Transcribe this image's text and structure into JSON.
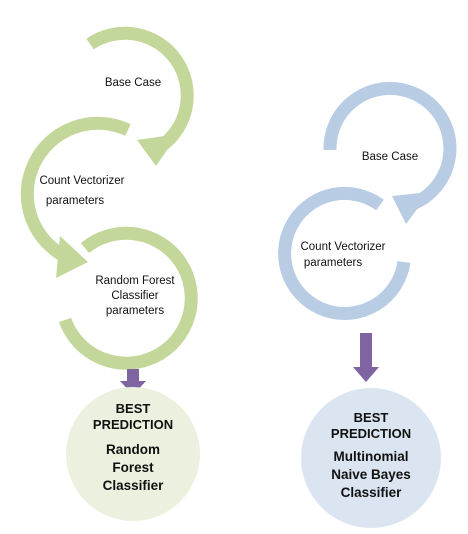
{
  "left": {
    "steps": [
      "Base Case",
      "Count Vectorizer",
      "parameters",
      "Random Forest",
      "Classifier",
      "parameters"
    ],
    "result": {
      "heading_1": "BEST",
      "heading_2": "PREDICTION",
      "line_1": "Random",
      "line_2": "Forest",
      "line_3": "Classifier"
    }
  },
  "right": {
    "steps": [
      "Base Case",
      "Count Vectorizer",
      "parameters"
    ],
    "result": {
      "heading_1": "BEST",
      "heading_2": "PREDICTION",
      "line_1": "Multinomial",
      "line_2": "Naive Bayes",
      "line_3": "Classifier"
    }
  },
  "colors": {
    "green_ring": "#c4d79b",
    "blue_ring": "#b8cce4",
    "green_fill": "#ebf1de",
    "blue_fill": "#dbe5f1",
    "arrow": "#8064a2"
  }
}
